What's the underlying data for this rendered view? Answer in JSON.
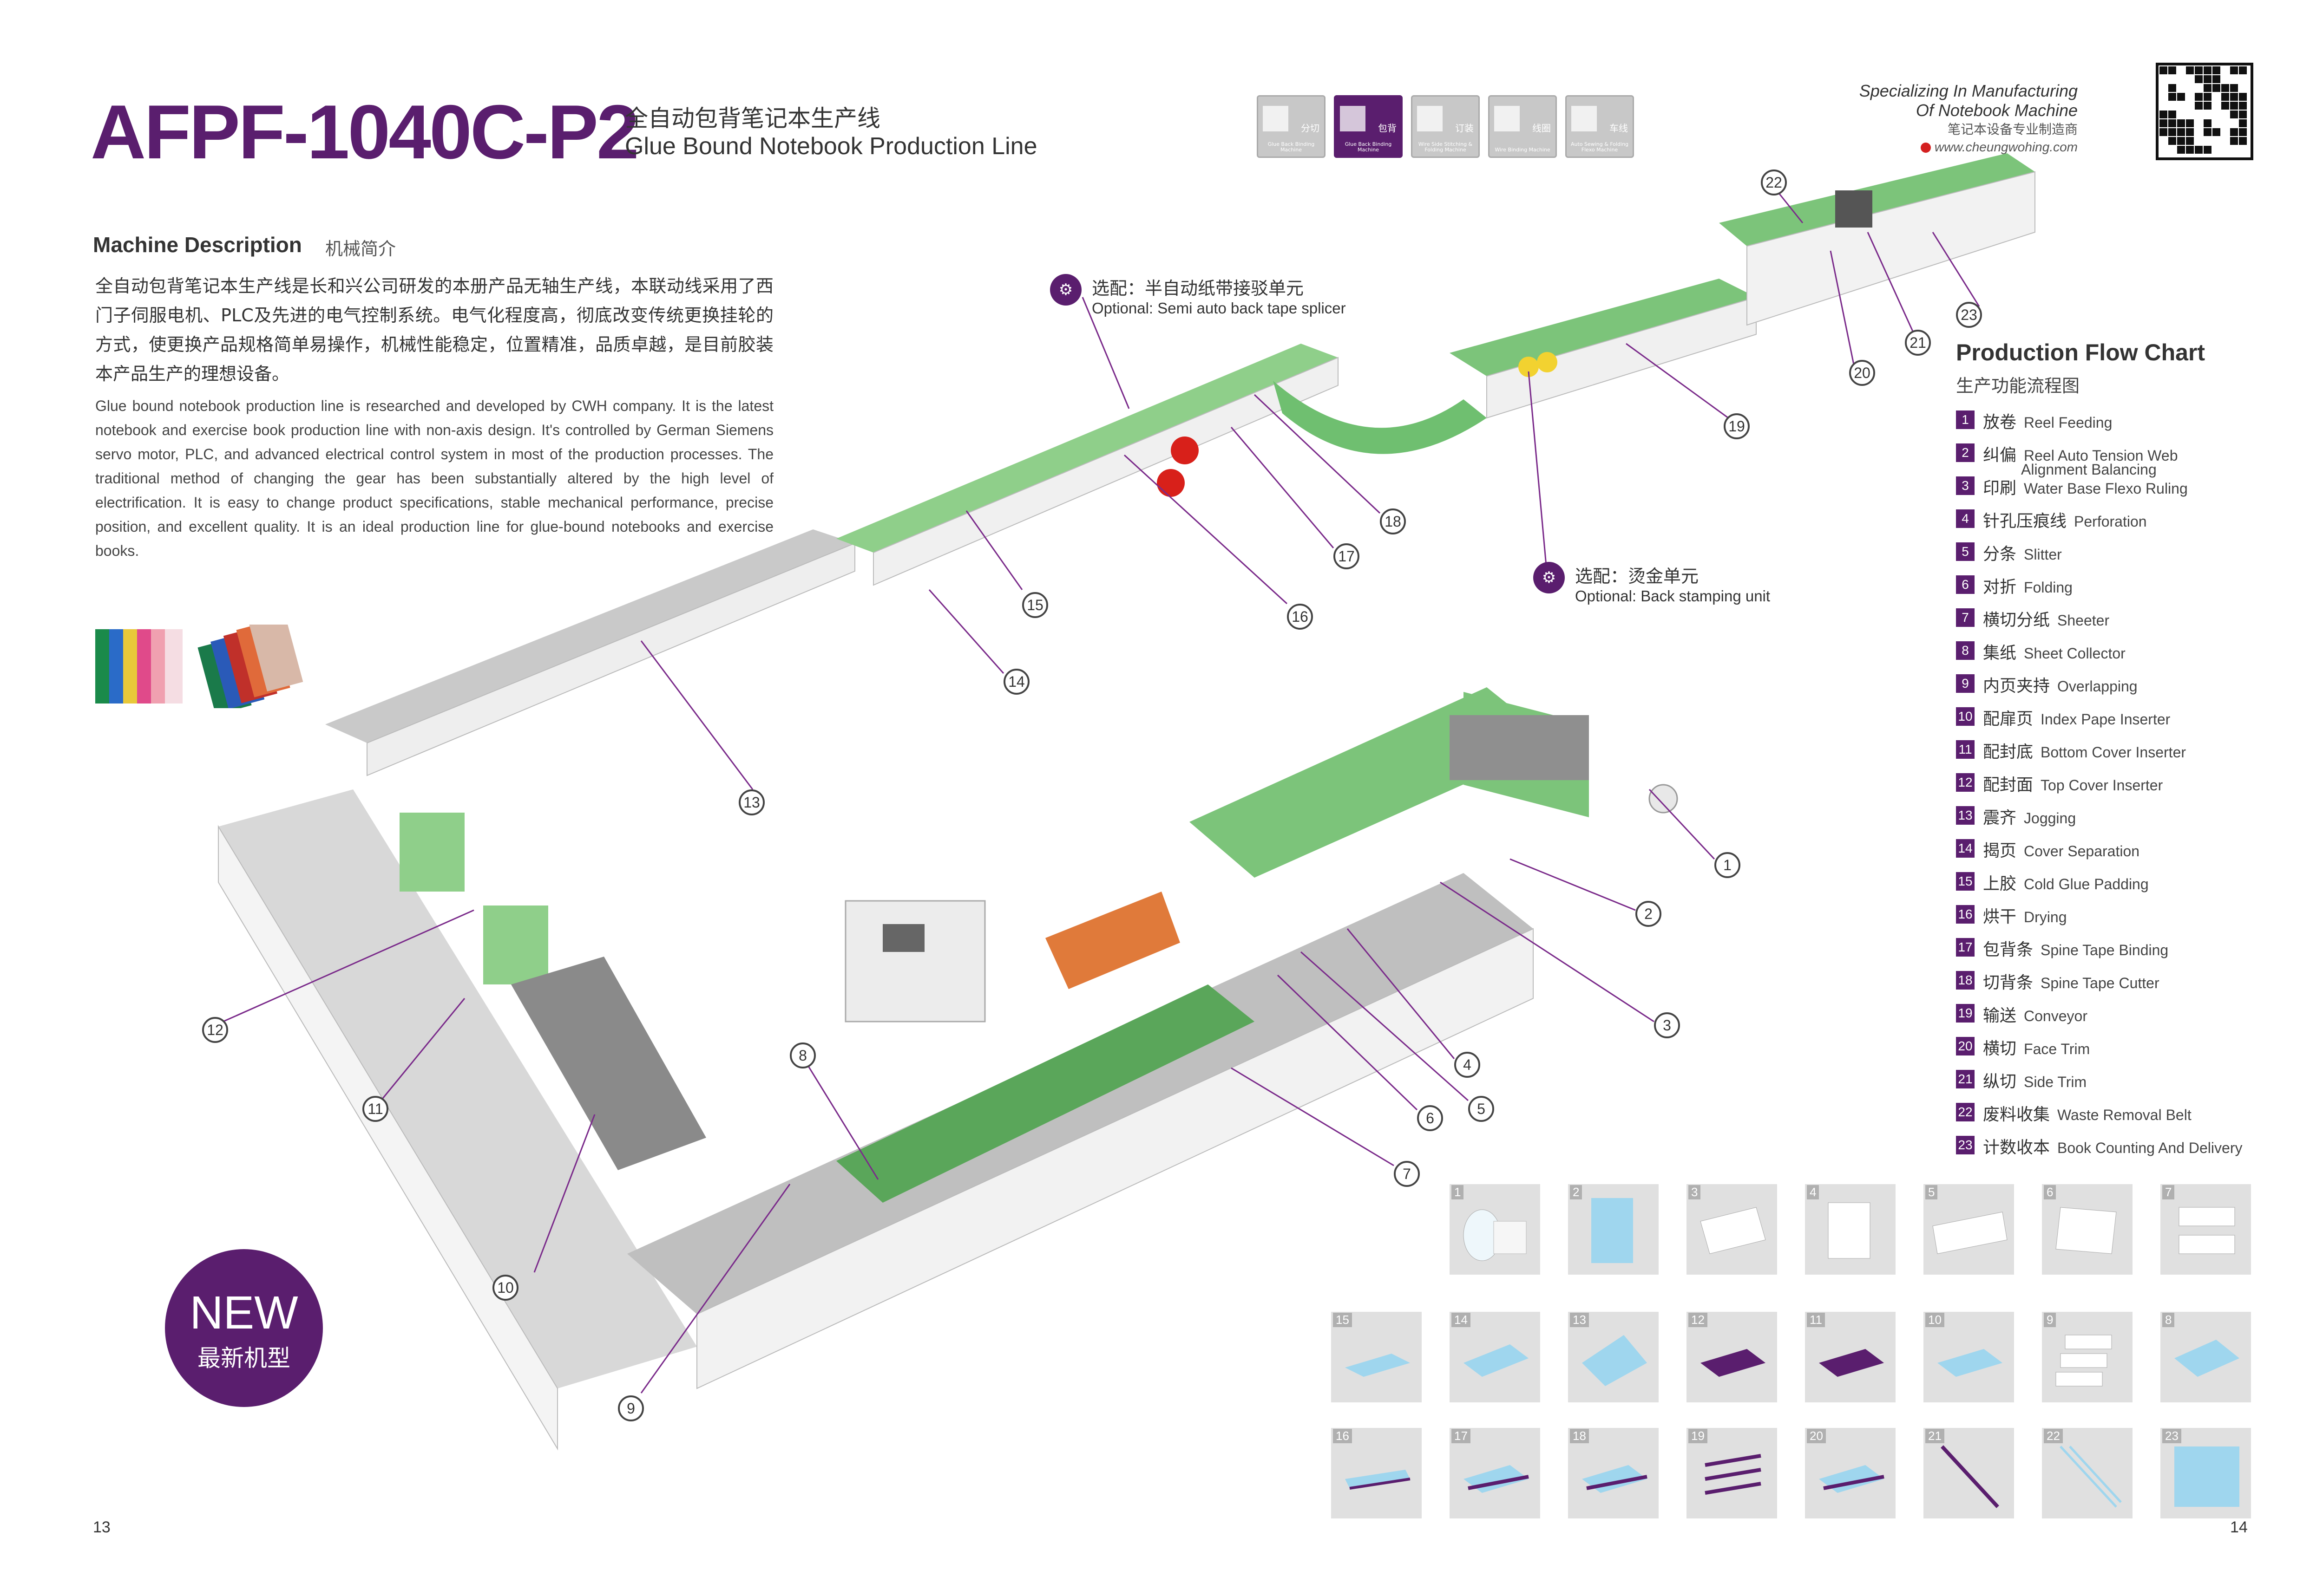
{
  "header": {
    "model": "AFPF-1040C-P2",
    "title_cn": "全自动包背笔记本生产线",
    "title_en": "Glue Bound Notebook Production Line"
  },
  "category_tabs": [
    {
      "cn": "分切",
      "en": "Glue Back Binding Machine",
      "active": false
    },
    {
      "cn": "包背",
      "en": "Glue Back Binding Machine",
      "active": true
    },
    {
      "cn": "订装",
      "en": "Wire Side Stitching & Folding Machine",
      "active": false
    },
    {
      "cn": "线圈",
      "en": "Wire Binding Machine",
      "active": false
    },
    {
      "cn": "车线",
      "en": "Auto Sewing & Folding Flexo Machine",
      "active": false
    }
  ],
  "company": {
    "line1": "Specializing In Manufacturing",
    "line2": "Of Notebook Machine",
    "line3_cn": "笔记本设备专业制造商",
    "website": "www.cheungwohing.com"
  },
  "description": {
    "heading": "Machine Description",
    "heading_cn": "机械简介",
    "text_cn": "全自动包背笔记本生产线是长和兴公司研发的本册产品无轴生产线，本联动线采用了西门子伺服电机、PLC及先进的电气控制系统。电气化程度高，彻底改变传统更换挂轮的方式，使更换产品规格简单易操作，机械性能稳定，位置精准，品质卓越，是目前胶装本产品生产的理想设备。",
    "text_en": "Glue bound notebook production line is researched and developed by CWH company. It is the latest notebook and exercise book production line with non-axis design. It's controlled by German Siemens servo motor, PLC, and advanced electrical control system in most of the production processes. The traditional method of changing the gear has been substantially altered by the high level of electrification. It is easy to change product specifications, stable mechanical performance, precise position, and excellent quality. It is an ideal production line for glue-bound notebooks and exercise books."
  },
  "options": [
    {
      "icon": "gear-option-icon",
      "cn": "选配：半自动纸带接驳单元",
      "en": "Optional: Semi auto back tape splicer"
    },
    {
      "icon": "gear-option-icon",
      "cn": "选配：烫金单元",
      "en": "Optional: Back stamping unit"
    }
  ],
  "flow_chart": {
    "title": "Production Flow Chart",
    "title_cn": "生产功能流程图",
    "steps": [
      {
        "num": "1",
        "cn": "放卷",
        "en": "Reel Feeding"
      },
      {
        "num": "2",
        "cn": "纠偏",
        "en": "Reel Auto Tension Web",
        "en2": "Alignment Balancing"
      },
      {
        "num": "3",
        "cn": "印刷",
        "en": "Water Base Flexo Ruling"
      },
      {
        "num": "4",
        "cn": "针孔压痕线",
        "en": "Perforation"
      },
      {
        "num": "5",
        "cn": "分条",
        "en": "Slitter"
      },
      {
        "num": "6",
        "cn": "对折",
        "en": "Folding"
      },
      {
        "num": "7",
        "cn": "横切分纸",
        "en": "Sheeter"
      },
      {
        "num": "8",
        "cn": "集纸",
        "en": "Sheet Collector"
      },
      {
        "num": "9",
        "cn": "内页夹持",
        "en": "Overlapping"
      },
      {
        "num": "10",
        "cn": "配扉页",
        "en": "Index Pape Inserter"
      },
      {
        "num": "11",
        "cn": "配封底",
        "en": "Bottom Cover Inserter"
      },
      {
        "num": "12",
        "cn": "配封面",
        "en": "Top Cover Inserter"
      },
      {
        "num": "13",
        "cn": "震齐",
        "en": "Jogging"
      },
      {
        "num": "14",
        "cn": "揭页",
        "en": "Cover Separation"
      },
      {
        "num": "15",
        "cn": "上胶",
        "en": "Cold Glue Padding"
      },
      {
        "num": "16",
        "cn": "烘干",
        "en": "Drying"
      },
      {
        "num": "17",
        "cn": "包背条",
        "en": "Spine Tape Binding"
      },
      {
        "num": "18",
        "cn": "切背条",
        "en": "Spine Tape Cutter"
      },
      {
        "num": "19",
        "cn": "输送",
        "en": "Conveyor"
      },
      {
        "num": "20",
        "cn": "横切",
        "en": "Face Trim"
      },
      {
        "num": "21",
        "cn": "纵切",
        "en": "Side Trim"
      },
      {
        "num": "22",
        "cn": "废料收集",
        "en": "Waste Removal Belt"
      },
      {
        "num": "23",
        "cn": "计数收本",
        "en": "Book Counting And Delivery"
      }
    ]
  },
  "callouts": [
    "1",
    "2",
    "3",
    "4",
    "5",
    "6",
    "7",
    "8",
    "9",
    "10",
    "11",
    "12",
    "13",
    "14",
    "15",
    "16",
    "17",
    "18",
    "19",
    "20",
    "21",
    "22",
    "23"
  ],
  "step_thumbnails": [
    "1",
    "2",
    "3",
    "4",
    "5",
    "6",
    "7",
    "8",
    "9",
    "10",
    "11",
    "12",
    "13",
    "14",
    "15",
    "16",
    "17",
    "18",
    "19",
    "20",
    "21",
    "22",
    "23"
  ],
  "badge": {
    "en": "NEW",
    "cn": "最新机型"
  },
  "pages": {
    "left": "13",
    "right": "14"
  },
  "colors": {
    "brand_purple": "#5a1e6e",
    "machine_green": "#7cc47a",
    "machine_white": "#f2f2f2"
  }
}
